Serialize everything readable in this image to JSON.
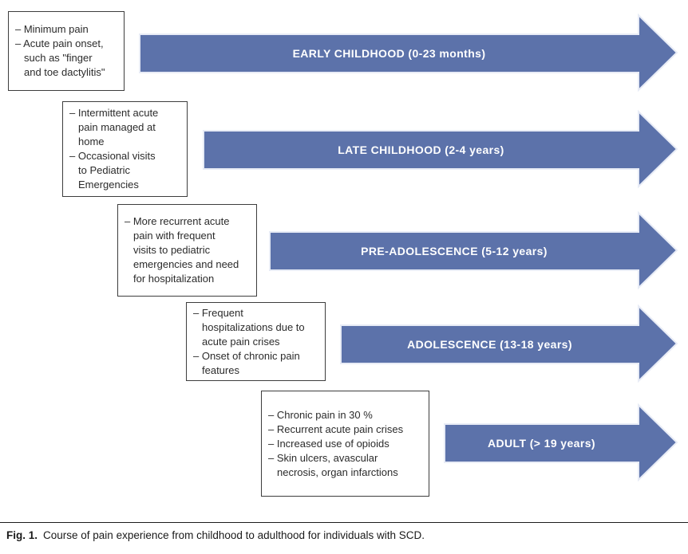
{
  "figure": {
    "caption_label": "Fig. 1.",
    "caption_text": "Course of pain experience from childhood to adulthood for individuals with SCD."
  },
  "colors": {
    "arrow_fill": "#5c72aa",
    "arrow_outline": "#e8ecf6"
  },
  "stages": [
    {
      "arrow_label": "EARLY CHILDHOOD (0-23 months)",
      "notes": [
        "– Minimum pain",
        "– Acute pain onset,\nsuch as \"finger\nand toe dactylitis\""
      ]
    },
    {
      "arrow_label": "LATE CHILDHOOD (2-4 years)",
      "notes": [
        "– Intermittent acute\npain managed at\nhome",
        "– Occasional visits\nto Pediatric\nEmergencies"
      ]
    },
    {
      "arrow_label": "PRE-ADOLESCENCE (5-12 years)",
      "notes": [
        "– More recurrent acute\npain with frequent\nvisits to pediatric\nemergencies and need\nfor hospitalization"
      ]
    },
    {
      "arrow_label": "ADOLESCENCE (13-18 years)",
      "notes": [
        "– Frequent\nhospitalizations due to\nacute pain crises",
        "– Onset of chronic pain\nfeatures"
      ]
    },
    {
      "arrow_label": "ADULT (> 19 years)",
      "notes": [
        "– Chronic pain in 30 %",
        "– Recurrent acute pain crises",
        "– Increased use of opioids",
        "– Skin ulcers, avascular\nnecrosis, organ infarctions"
      ]
    }
  ]
}
